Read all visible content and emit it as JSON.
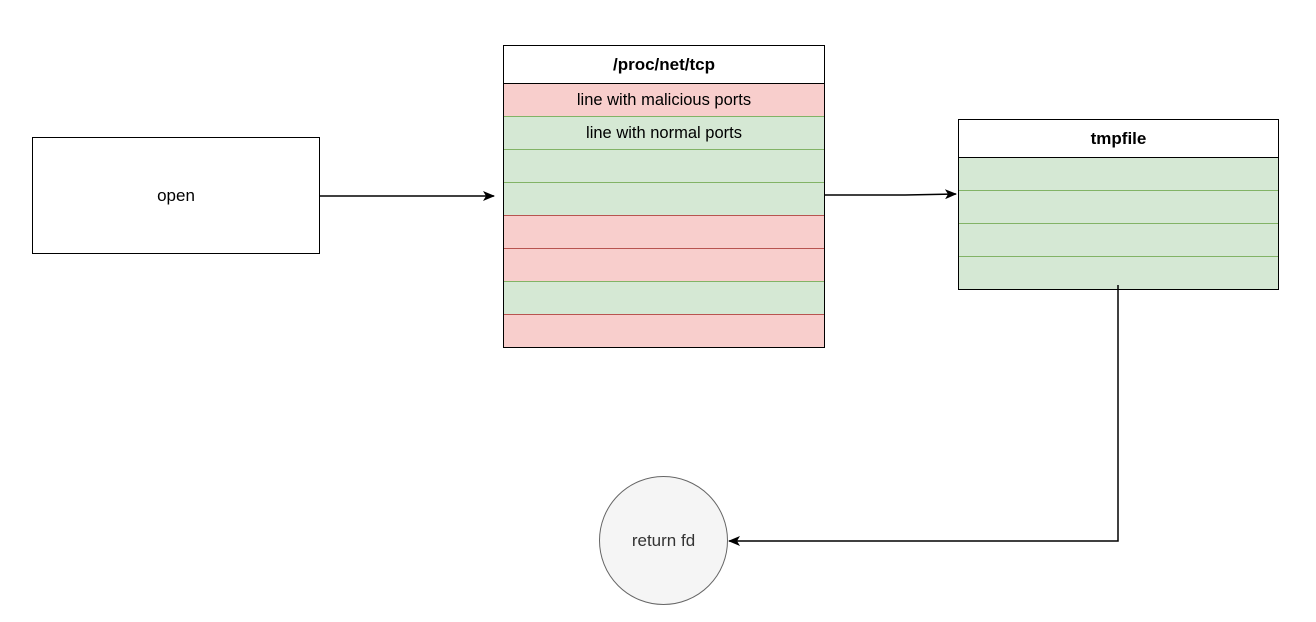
{
  "open_box": {
    "label": "open"
  },
  "tcp_table": {
    "title": "/proc/net/tcp",
    "rows": [
      {
        "label": "line with malicious ports",
        "kind": "malicious"
      },
      {
        "label": "line with normal ports",
        "kind": "normal"
      },
      {
        "label": "",
        "kind": "normal"
      },
      {
        "label": "",
        "kind": "normal"
      },
      {
        "label": "",
        "kind": "malicious"
      },
      {
        "label": "",
        "kind": "malicious"
      },
      {
        "label": "",
        "kind": "normal"
      },
      {
        "label": "",
        "kind": "malicious"
      }
    ]
  },
  "tmp_table": {
    "title": "tmpfile",
    "rows": [
      {
        "label": "",
        "kind": "normal"
      },
      {
        "label": "",
        "kind": "normal"
      },
      {
        "label": "",
        "kind": "normal"
      },
      {
        "label": "",
        "kind": "normal"
      }
    ]
  },
  "return_node": {
    "label": "return fd"
  },
  "colors": {
    "malicious_fill": "#f8cecc",
    "malicious_stroke": "#b85450",
    "normal_fill": "#d5e8d4",
    "normal_stroke": "#82b366"
  }
}
